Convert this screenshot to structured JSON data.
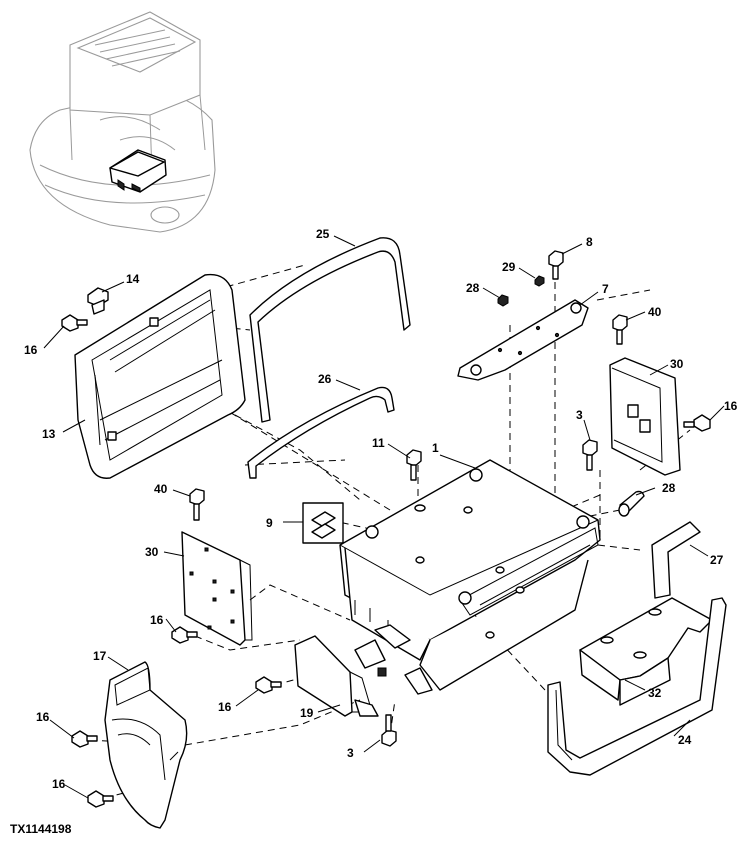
{
  "figure_id": "TX1144198",
  "callouts": [
    "1",
    "3",
    "3",
    "7",
    "8",
    "9",
    "11",
    "13",
    "14",
    "16",
    "16",
    "16",
    "16",
    "16",
    "16",
    "17",
    "19",
    "24",
    "25",
    "26",
    "27",
    "28",
    "28",
    "29",
    "30",
    "30",
    "32",
    "40",
    "40"
  ],
  "colors": {
    "line": "#000000",
    "ghost": "#9a9a9a",
    "background": "#ffffff"
  }
}
